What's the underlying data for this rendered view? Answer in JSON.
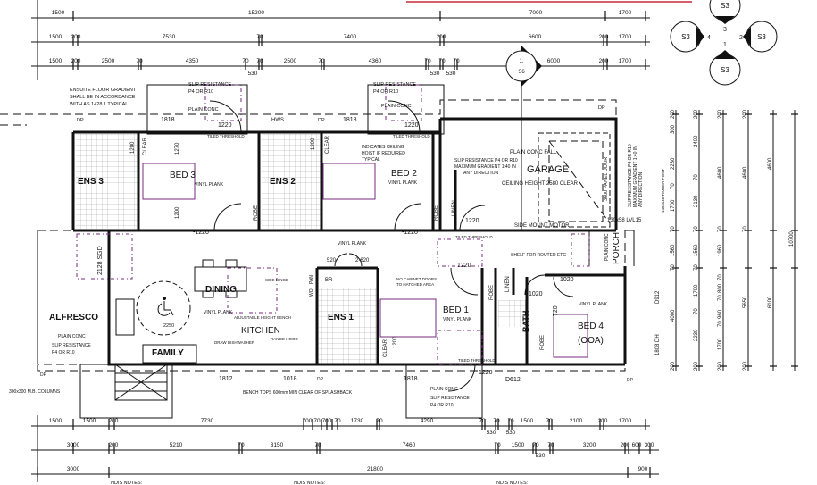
{
  "colors": {
    "wall": "#111111",
    "furniture_outline": "#7a2a82",
    "red_marker": "#c8283a"
  },
  "rooms": {
    "ens3": "ENS 3",
    "bed3": "BED 3",
    "ens2": "ENS 2",
    "bed2": "BED 2",
    "garage": "GARAGE",
    "dining": "DINING",
    "kitchen": "KITCHEN",
    "ens1": "ENS 1",
    "bed1": "BED 1",
    "bath": "BATH",
    "bed4": "BED 4",
    "bed4_sub": "(OOA)",
    "alfresco": "ALFRESCO",
    "family": "FAMILY",
    "porch": "PORCH"
  },
  "notes": [
    "ENSUITE FLOOR GRADIENT",
    "SHALL BE IN ACCORDANCE",
    "WITH AS 1428.1 TYPICAL",
    "SLIP RESISTANCE",
    "P4 OR R10",
    "PLAIN CONC",
    "SLIP RESISTANCE",
    "P4 OR R10",
    "PLAIN CONC",
    "1818",
    "1818",
    "DP",
    "DP",
    "HWS",
    "DP",
    "1220",
    "TILED THRESHOLD",
    "1220",
    "TILED THRESHOLD",
    "VINYL PLANK",
    "VINYL PLANK",
    "1200",
    "CLEAR",
    "1270",
    "1200",
    "1200",
    "CLEAR",
    "INDICATES CEILING",
    "HOIST IF REQUIRED",
    "TYPICAL",
    "ROBE",
    "ROBE",
    "LINEN",
    "-1220",
    "-1220",
    "1220",
    "TILED THRESHOLD",
    "SLIP RESISTANCE  P4 OR R10",
    "MAXIMUM GRADIENT 1:40 IN",
    "ANY DIRECTION",
    "PLAIN CONC FALL",
    "CEILING HEIGHT 2580 CLEAR",
    "SIDE MOUNT MOTOR",
    "3600 PANEL DOOR",
    "130x58 LVL15",
    "SLIP RESISTANCE  P4 OR R10",
    "MAXIMUM GRADIENT 1:40 IN",
    "ANY DIRECTION",
    "140x140 TIMBER POST",
    "PLAIN CONC",
    "VINYL PLANK",
    "520",
    "2-620",
    "SIDE HINGE",
    "PAN",
    "BR",
    "WO",
    "NO CABINET DOORS",
    "TO HATCHED AREA",
    "VINYL PLANK",
    "ADJUSTABLE HEIGHT BENCH",
    "DRAW DISHWASHER",
    "RANGE HOOD",
    "VINYL PLANK",
    "ROBE",
    "LINEN",
    "SHELF FOR ROUTER ETC",
    "1220",
    "1020",
    "1020",
    "VINYL PLANK",
    "720",
    "ROBE",
    "D912",
    "1808 DH",
    "CLEAR",
    "1200",
    "TILED THRESHOLD",
    "1220",
    "2128 SGD",
    "PLAIN CONC",
    "SLIP RESISTANCE",
    "P4 OR R10",
    "2250",
    "DP",
    "300x300 M.B. COLUMNS",
    "1812",
    "1018",
    "DP",
    "1818",
    "BENCH TOPS 600mm MIN CLEAR OF SPLASHBACK",
    "D612",
    "DP",
    "PLAIN CONC",
    "SLIP RESISTANCE",
    "P4 OR R10",
    "NDIS NOTES:",
    "NDIS NOTES:",
    "NDIS NOTES:"
  ],
  "dimensions": {
    "top_row1": [
      "1500",
      "15200",
      "7000",
      "1700"
    ],
    "top_row2": [
      "1500",
      "200",
      "7530",
      "70",
      "7400",
      "200",
      "6600",
      "200",
      "1700"
    ],
    "top_row3": [
      "1500",
      "200",
      "2500",
      "70",
      "4350",
      "70",
      "70",
      "2500",
      "70",
      "4360",
      "70",
      "70",
      "70",
      "6000",
      "200",
      "1700",
      "530",
      "530",
      "530"
    ],
    "bottom_row1": [
      "1500",
      "1500",
      "200",
      "7730",
      "700",
      "70",
      "700",
      "70",
      "1730",
      "70",
      "4290",
      "70",
      "70",
      "70",
      "1500",
      "70",
      "2100",
      "200",
      "1700",
      "530",
      "530"
    ],
    "bottom_row2": [
      "3000",
      "200",
      "5210",
      "70",
      "3150",
      "70",
      "7460",
      "70",
      "1500",
      "70",
      "70",
      "3200",
      "200",
      "600",
      "300",
      "530"
    ],
    "bottom_row3": [
      "3000",
      "21800",
      "900"
    ],
    "right_col1": [
      "200",
      "300",
      "2230",
      "70",
      "1700",
      "70",
      "1560",
      "70",
      "4000",
      "200"
    ],
    "right_col2": [
      "200",
      "2400",
      "70",
      "2130",
      "70",
      "1560",
      "70",
      "1700",
      "70",
      "2230",
      "200"
    ],
    "right_col3": [
      "200",
      "4600",
      "70",
      "1960",
      "70",
      "800",
      "70",
      "960",
      "70",
      "1700",
      "200"
    ],
    "right_col4": [
      "200",
      "4600",
      "70",
      "5650",
      "200"
    ],
    "right_col5": [
      "4600",
      "6100"
    ],
    "right_col6": [
      "10700"
    ]
  },
  "section_markers": {
    "compass": {
      "top": "S3",
      "left": "S3",
      "right": "S3",
      "bottom": "S3",
      "n1": "1",
      "n2": "2",
      "n3": "3",
      "n4": "4"
    },
    "section_cut": {
      "number": "1.",
      "sheet": "S6"
    }
  },
  "icons": [
    "wheelchair-icon",
    "section-marker-icon",
    "door-swing-icon",
    "toilet-icon",
    "basin-icon",
    "smoke-detector-icon",
    "arrow-icon"
  ]
}
